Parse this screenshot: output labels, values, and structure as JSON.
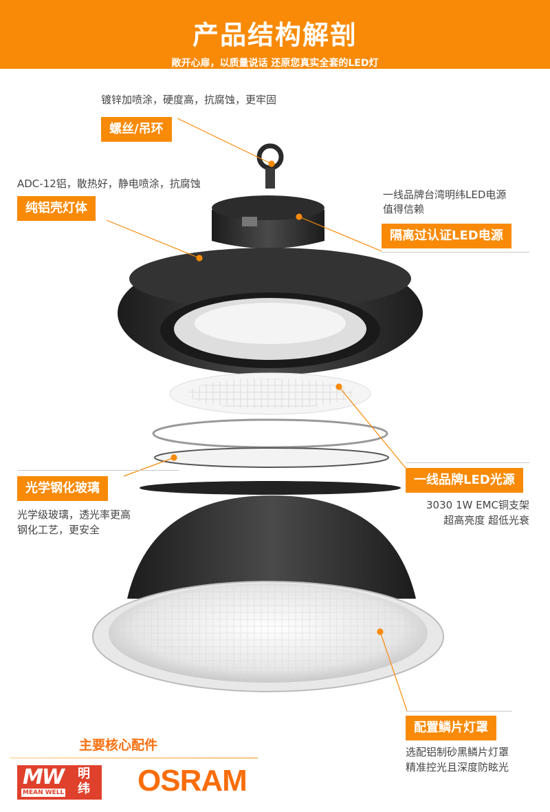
{
  "header": {
    "title": "产品结构解剖",
    "subtitle": "敞开心扉，以质量说话 还原您真实全套的LED灯"
  },
  "colors": {
    "accent": "#f88a07",
    "text": "#444444"
  },
  "parts": {
    "eyebolt": {
      "label": "螺丝/吊环",
      "desc": "镀锌加喷涂，硬度高，抗腐蚀，更牢固"
    },
    "housing": {
      "label": "纯铝壳灯体",
      "desc": "ADC-12铝，散热好，静电喷涂，抗腐蚀"
    },
    "driver": {
      "label": "隔离过认证LED电源",
      "desc1": "一线品牌台湾明纬LED电源",
      "desc2": "值得信赖"
    },
    "glass": {
      "label": "光学钢化玻璃",
      "desc1": "光学级玻璃，透光率更高",
      "desc2": "钢化工艺，更安全"
    },
    "led": {
      "label": "一线品牌LED光源",
      "desc1": "3030 1W EMC铜支架",
      "desc2": "超高亮度 超低光衰"
    },
    "reflector": {
      "label": "配置鳞片灯罩",
      "desc1": "选配铝制砂黑鳞片灯罩",
      "desc2": "精准控光且深度防眩光"
    }
  },
  "brands": {
    "heading": "主要核心配件",
    "meanwell_mark": "MW",
    "meanwell_cn": "明纬",
    "meanwell_en": "MEAN WELL",
    "osram": "OSRAM"
  }
}
